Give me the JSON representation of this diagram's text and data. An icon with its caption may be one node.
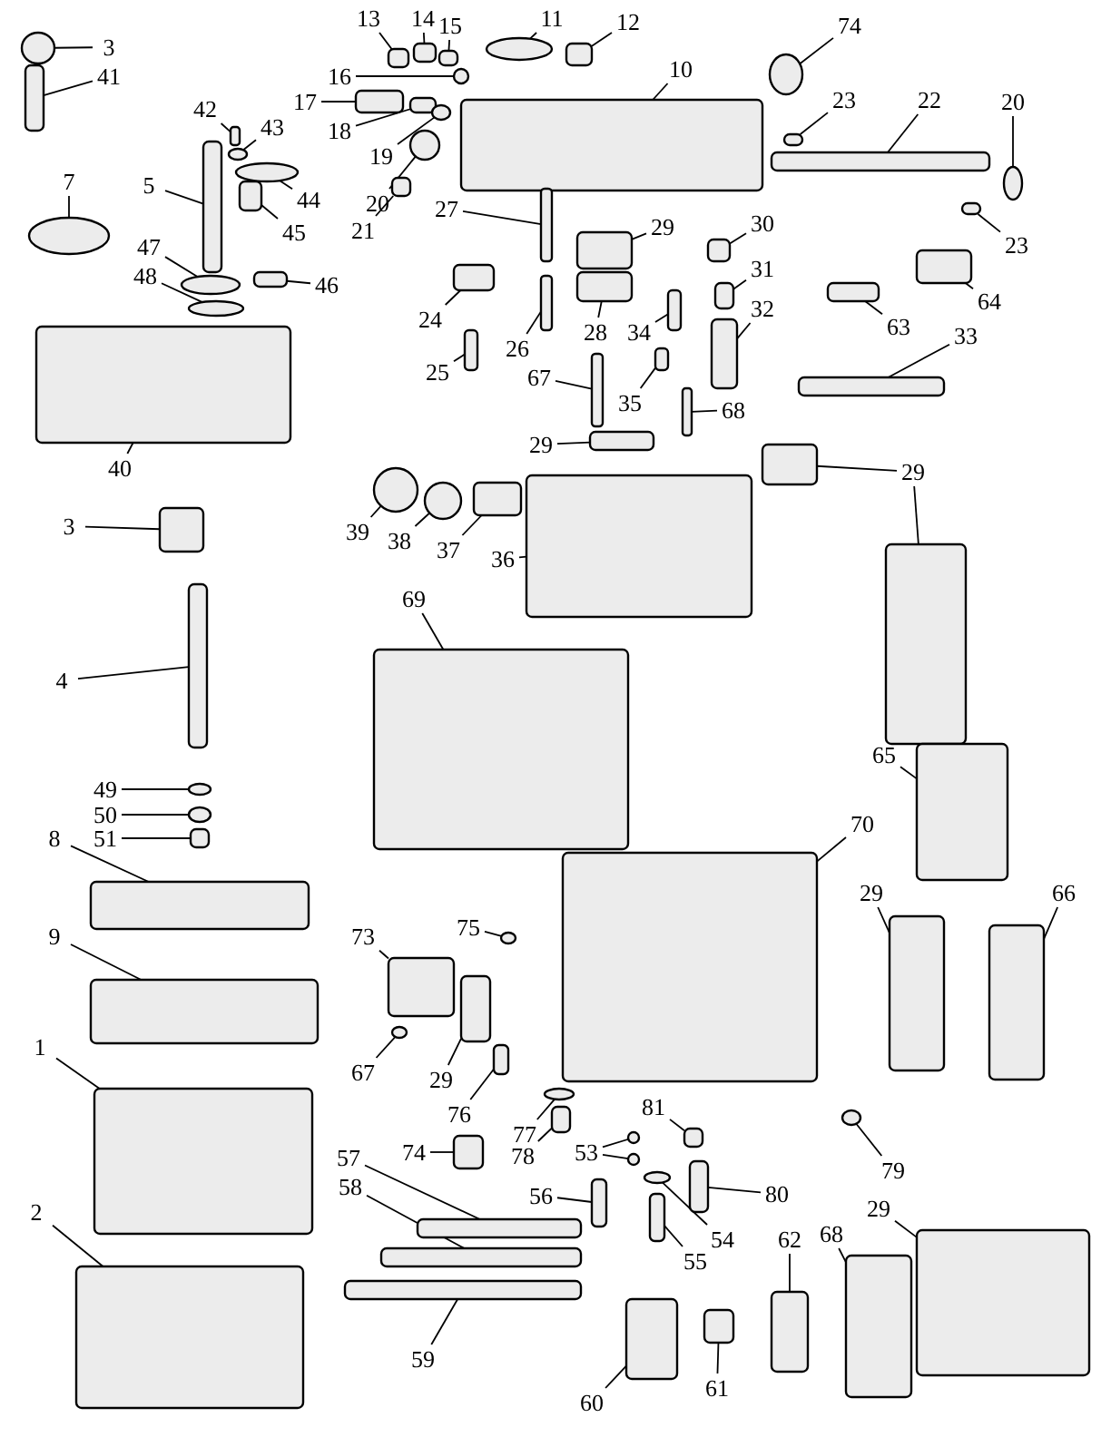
{
  "diagram": {
    "nodes": [
      {
        "text": [
          "3"
        ]
      },
      {
        "text": [
          "41"
        ]
      },
      {
        "text": [
          "13"
        ]
      },
      {
        "text": [
          "14"
        ]
      },
      {
        "text": [
          "15"
        ]
      },
      {
        "text": [
          "11"
        ]
      },
      {
        "text": [
          "12"
        ]
      },
      {
        "text": [
          "74"
        ]
      },
      {
        "text": [
          "16"
        ]
      },
      {
        "text": [
          "17"
        ]
      },
      {
        "text": [
          "42"
        ]
      },
      {
        "text": [
          "43"
        ]
      },
      {
        "text": [
          "18"
        ]
      },
      {
        "text": [
          "19"
        ]
      },
      {
        "text": [
          "10"
        ]
      },
      {
        "text": [
          "23"
        ]
      },
      {
        "text": [
          "22"
        ]
      },
      {
        "text": [
          "20"
        ]
      },
      {
        "text": [
          "7"
        ]
      },
      {
        "text": [
          "5"
        ]
      },
      {
        "text": [
          "44"
        ]
      },
      {
        "text": [
          "20"
        ]
      },
      {
        "text": [
          "27"
        ]
      },
      {
        "text": [
          "29"
        ]
      },
      {
        "text": [
          "45"
        ]
      },
      {
        "text": [
          "21"
        ]
      },
      {
        "text": [
          "30"
        ]
      },
      {
        "text": [
          "23"
        ]
      },
      {
        "text": [
          "47"
        ]
      },
      {
        "text": [
          "31"
        ]
      },
      {
        "text": [
          "48"
        ]
      },
      {
        "text": [
          "46"
        ]
      },
      {
        "text": [
          "64"
        ]
      },
      {
        "text": [
          "32"
        ]
      },
      {
        "text": [
          "24"
        ]
      },
      {
        "text": [
          "63"
        ]
      },
      {
        "text": [
          "28"
        ]
      },
      {
        "text": [
          "34"
        ]
      },
      {
        "text": [
          "33"
        ]
      },
      {
        "text": [
          "26"
        ]
      },
      {
        "text": [
          "25"
        ]
      },
      {
        "text": [
          "67"
        ]
      },
      {
        "text": [
          "35"
        ]
      },
      {
        "text": [
          "68"
        ]
      },
      {
        "text": [
          "29"
        ]
      },
      {
        "text": [
          "40"
        ]
      },
      {
        "text": [
          "29"
        ]
      },
      {
        "text": [
          "3"
        ]
      },
      {
        "text": [
          "39"
        ]
      },
      {
        "text": [
          "38"
        ]
      },
      {
        "text": [
          "37"
        ]
      },
      {
        "text": [
          "36"
        ]
      },
      {
        "text": [
          "69"
        ]
      },
      {
        "text": [
          "4"
        ]
      },
      {
        "text": [
          "65"
        ]
      },
      {
        "text": [
          "49"
        ]
      },
      {
        "text": [
          "50"
        ]
      },
      {
        "text": [
          "70"
        ]
      },
      {
        "text": [
          "8"
        ]
      },
      {
        "text": [
          "51"
        ]
      },
      {
        "text": [
          "29"
        ]
      },
      {
        "text": [
          "66"
        ]
      },
      {
        "text": [
          "75"
        ]
      },
      {
        "text": [
          "9"
        ]
      },
      {
        "text": [
          "73"
        ]
      },
      {
        "text": [
          "1"
        ]
      },
      {
        "text": [
          "67"
        ]
      },
      {
        "text": [
          "29"
        ]
      },
      {
        "text": [
          "81"
        ]
      },
      {
        "text": [
          "76"
        ]
      },
      {
        "text": [
          "77"
        ]
      },
      {
        "text": [
          "74"
        ]
      },
      {
        "text": [
          "53"
        ]
      },
      {
        "text": [
          "78"
        ]
      },
      {
        "text": [
          "57"
        ]
      },
      {
        "text": [
          "79"
        ]
      },
      {
        "text": [
          "58"
        ]
      },
      {
        "text": [
          "80"
        ]
      },
      {
        "text": [
          "56"
        ]
      },
      {
        "text": [
          "29"
        ]
      },
      {
        "text": [
          "2"
        ]
      },
      {
        "text": [
          "68"
        ]
      },
      {
        "text": [
          "54"
        ]
      },
      {
        "text": [
          "62"
        ]
      },
      {
        "text": [
          "55"
        ]
      },
      {
        "text": [
          "59"
        ]
      },
      {
        "text": [
          "61"
        ]
      },
      {
        "text": [
          "60"
        ]
      },
      {
        "text": [],
        "shape": "circle"
      },
      {
        "text": [],
        "shape": "box"
      },
      {
        "text": [],
        "shape": "box"
      },
      {
        "text": [],
        "shape": "box"
      },
      {
        "text": [],
        "shape": "box"
      },
      {
        "text": [],
        "shape": "circle"
      },
      {
        "text": [],
        "shape": "box"
      },
      {
        "text": [],
        "shape": "circle"
      },
      {
        "text": [],
        "shape": "circle"
      },
      {
        "text": [],
        "shape": "box"
      },
      {
        "text": [],
        "shape": "box"
      },
      {
        "text": [],
        "shape": "circle"
      },
      {
        "text": [],
        "shape": "box"
      },
      {
        "text": [],
        "shape": "circle"
      },
      {
        "text": [],
        "shape": "box"
      },
      {
        "text": [],
        "shape": "box"
      },
      {
        "text": [],
        "shape": "box"
      },
      {
        "text": [],
        "shape": "circle"
      },
      {
        "text": [],
        "shape": "circle"
      },
      {
        "text": [],
        "shape": "box"
      },
      {
        "text": [],
        "shape": "circle"
      },
      {
        "text": [],
        "shape": "circle"
      },
      {
        "text": [],
        "shape": "box"
      },
      {
        "text": [],
        "shape": "box"
      },
      {
        "text": [],
        "shape": "box"
      },
      {
        "text": [],
        "shape": "box"
      },
      {
        "text": [],
        "shape": "box"
      },
      {
        "text": [],
        "shape": "box"
      },
      {
        "text": [],
        "shape": "circle"
      },
      {
        "text": [],
        "shape": "box"
      },
      {
        "text": [],
        "shape": "circle"
      },
      {
        "text": [],
        "shape": "box"
      },
      {
        "text": [],
        "shape": "box"
      },
      {
        "text": [],
        "shape": "box"
      },
      {
        "text": [],
        "shape": "box"
      },
      {
        "text": [],
        "shape": "box"
      },
      {
        "text": [],
        "shape": "box"
      },
      {
        "text": [],
        "shape": "box"
      },
      {
        "text": [],
        "shape": "box"
      },
      {
        "text": [],
        "shape": "box"
      },
      {
        "text": [],
        "shape": "box"
      },
      {
        "text": [],
        "shape": "box"
      },
      {
        "text": [],
        "shape": "box"
      },
      {
        "text": [],
        "shape": "box"
      },
      {
        "text": [],
        "shape": "box"
      },
      {
        "text": [],
        "shape": "box"
      },
      {
        "text": [],
        "shape": "box"
      },
      {
        "text": [],
        "shape": "box"
      },
      {
        "text": [],
        "shape": "box"
      },
      {
        "text": [],
        "shape": "circle"
      },
      {
        "text": [],
        "shape": "circle"
      },
      {
        "text": [],
        "shape": "box"
      },
      {
        "text": [],
        "shape": "box"
      },
      {
        "text": [],
        "shape": "box"
      },
      {
        "text": [],
        "shape": "box"
      },
      {
        "text": [],
        "shape": "box"
      },
      {
        "text": [],
        "shape": "circle"
      },
      {
        "text": [],
        "shape": "circle"
      },
      {
        "text": [],
        "shape": "box"
      },
      {
        "text": [],
        "shape": "box"
      },
      {
        "text": [],
        "shape": "box"
      },
      {
        "text": [],
        "shape": "box"
      },
      {
        "text": [],
        "shape": "box"
      },
      {
        "text": [],
        "shape": "circle"
      },
      {
        "text": [],
        "shape": "box"
      },
      {
        "text": [],
        "shape": "box"
      },
      {
        "text": [],
        "shape": "box"
      },
      {
        "text": [],
        "shape": "circle"
      },
      {
        "text": [],
        "shape": "box"
      },
      {
        "text": [],
        "shape": "box"
      },
      {
        "text": [],
        "shape": "box"
      },
      {
        "text": [],
        "shape": "circle"
      },
      {
        "text": [],
        "shape": "box"
      },
      {
        "text": [],
        "shape": "circle"
      },
      {
        "text": [],
        "shape": "circle"
      },
      {
        "text": [],
        "shape": "box"
      },
      {
        "text": [],
        "shape": "box"
      },
      {
        "text": [],
        "shape": "circle"
      },
      {
        "text": [],
        "shape": "box"
      },
      {
        "text": [],
        "shape": "box"
      },
      {
        "text": [],
        "shape": "box"
      },
      {
        "text": [],
        "shape": "box"
      },
      {
        "text": [],
        "shape": "box"
      },
      {
        "text": [],
        "shape": "box"
      },
      {
        "text": [],
        "shape": "circle"
      },
      {
        "text": [],
        "shape": "box"
      },
      {
        "text": [],
        "shape": "box"
      },
      {
        "text": [],
        "shape": "box"
      },
      {
        "text": [],
        "shape": "box"
      },
      {
        "text": [],
        "shape": "box"
      }
    ],
    "edges": [
      {
        "from": 0,
        "to": 88,
        "arrow": "none"
      },
      {
        "from": 1,
        "to": 89,
        "arrow": "none"
      },
      {
        "from": 2,
        "to": 90,
        "arrow": "none"
      },
      {
        "from": 3,
        "to": 91,
        "arrow": "none"
      },
      {
        "from": 4,
        "to": 92,
        "arrow": "none"
      },
      {
        "from": 5,
        "to": 93,
        "arrow": "none"
      },
      {
        "from": 6,
        "to": 94,
        "arrow": "none"
      },
      {
        "from": 7,
        "to": 95,
        "arrow": "none"
      },
      {
        "from": 8,
        "to": 96,
        "arrow": "none"
      },
      {
        "from": 9,
        "to": 97,
        "arrow": "none"
      },
      {
        "from": 10,
        "to": 98,
        "arrow": "none"
      },
      {
        "from": 11,
        "to": 99,
        "arrow": "none"
      },
      {
        "from": 12,
        "to": 100,
        "arrow": "none"
      },
      {
        "from": 13,
        "to": 101,
        "arrow": "none"
      },
      {
        "from": 14,
        "to": 102,
        "arrow": "none"
      },
      {
        "from": 15,
        "to": 103,
        "arrow": "none"
      },
      {
        "from": 16,
        "to": 104,
        "arrow": "none"
      },
      {
        "from": 17,
        "to": 105,
        "arrow": "none"
      },
      {
        "from": 18,
        "to": 106,
        "arrow": "none"
      },
      {
        "from": 19,
        "to": 107,
        "arrow": "none"
      },
      {
        "from": 20,
        "to": 108,
        "arrow": "none"
      },
      {
        "from": 21,
        "to": 109,
        "arrow": "none"
      },
      {
        "from": 22,
        "to": 110,
        "arrow": "none"
      },
      {
        "from": 23,
        "to": 111,
        "arrow": "none"
      },
      {
        "from": 24,
        "to": 112,
        "arrow": "none"
      },
      {
        "from": 25,
        "to": 113,
        "arrow": "none"
      },
      {
        "from": 26,
        "to": 114,
        "arrow": "none"
      },
      {
        "from": 27,
        "to": 115,
        "arrow": "none"
      },
      {
        "from": 28,
        "to": 116,
        "arrow": "none"
      },
      {
        "from": 29,
        "to": 117,
        "arrow": "none"
      },
      {
        "from": 30,
        "to": 118,
        "arrow": "none"
      },
      {
        "from": 31,
        "to": 119,
        "arrow": "none"
      },
      {
        "from": 32,
        "to": 120,
        "arrow": "none"
      },
      {
        "from": 33,
        "to": 121,
        "arrow": "none"
      },
      {
        "from": 34,
        "to": 122,
        "arrow": "none"
      },
      {
        "from": 35,
        "to": 123,
        "arrow": "none"
      },
      {
        "from": 36,
        "to": 124,
        "arrow": "none"
      },
      {
        "from": 37,
        "to": 125,
        "arrow": "none"
      },
      {
        "from": 38,
        "to": 126,
        "arrow": "none"
      },
      {
        "from": 39,
        "to": 127,
        "arrow": "none"
      },
      {
        "from": 40,
        "to": 128,
        "arrow": "none"
      },
      {
        "from": 41,
        "to": 129,
        "arrow": "none"
      },
      {
        "from": 42,
        "to": 130,
        "arrow": "none"
      },
      {
        "from": 43,
        "to": 131,
        "arrow": "none"
      },
      {
        "from": 44,
        "to": 132,
        "arrow": "none"
      },
      {
        "from": 45,
        "to": 133,
        "arrow": "none"
      },
      {
        "from": 46,
        "to": 134,
        "arrow": "none"
      },
      {
        "from": 46,
        "to": 135,
        "arrow": "none"
      },
      {
        "from": 47,
        "to": 136,
        "arrow": "none"
      },
      {
        "from": 48,
        "to": 137,
        "arrow": "none"
      },
      {
        "from": 49,
        "to": 138,
        "arrow": "none"
      },
      {
        "from": 50,
        "to": 139,
        "arrow": "none"
      },
      {
        "from": 51,
        "to": 140,
        "arrow": "none"
      },
      {
        "from": 52,
        "to": 141,
        "arrow": "none"
      },
      {
        "from": 53,
        "to": 142,
        "arrow": "none"
      },
      {
        "from": 54,
        "to": 143,
        "arrow": "none"
      },
      {
        "from": 55,
        "to": 144,
        "arrow": "none"
      },
      {
        "from": 56,
        "to": 145,
        "arrow": "none"
      },
      {
        "from": 57,
        "to": 146,
        "arrow": "none"
      },
      {
        "from": 58,
        "to": 147,
        "arrow": "none"
      },
      {
        "from": 59,
        "to": 148,
        "arrow": "none"
      },
      {
        "from": 60,
        "to": 149,
        "arrow": "none"
      },
      {
        "from": 61,
        "to": 150,
        "arrow": "none"
      },
      {
        "from": 62,
        "to": 151,
        "arrow": "none"
      },
      {
        "from": 63,
        "to": 152,
        "arrow": "none"
      },
      {
        "from": 64,
        "to": 153,
        "arrow": "none"
      },
      {
        "from": 65,
        "to": 154,
        "arrow": "none"
      },
      {
        "from": 66,
        "to": 155,
        "arrow": "none"
      },
      {
        "from": 67,
        "to": 156,
        "arrow": "none"
      },
      {
        "from": 68,
        "to": 157,
        "arrow": "none"
      },
      {
        "from": 69,
        "to": 158,
        "arrow": "none"
      },
      {
        "from": 70,
        "to": 159,
        "arrow": "none"
      },
      {
        "from": 71,
        "to": 160,
        "arrow": "none"
      },
      {
        "from": 72,
        "to": 161,
        "arrow": "none"
      },
      {
        "from": 72,
        "to": 162,
        "arrow": "none"
      },
      {
        "from": 73,
        "to": 163,
        "arrow": "none"
      },
      {
        "from": 74,
        "to": 164,
        "arrow": "none"
      },
      {
        "from": 75,
        "to": 165,
        "arrow": "none"
      },
      {
        "from": 76,
        "to": 166,
        "arrow": "none"
      },
      {
        "from": 77,
        "to": 167,
        "arrow": "none"
      },
      {
        "from": 78,
        "to": 168,
        "arrow": "none"
      },
      {
        "from": 79,
        "to": 169,
        "arrow": "none"
      },
      {
        "from": 80,
        "to": 170,
        "arrow": "none"
      },
      {
        "from": 81,
        "to": 171,
        "arrow": "none"
      },
      {
        "from": 82,
        "to": 172,
        "arrow": "none"
      },
      {
        "from": 83,
        "to": 173,
        "arrow": "none"
      },
      {
        "from": 84,
        "to": 174,
        "arrow": "none"
      },
      {
        "from": 85,
        "to": 175,
        "arrow": "none"
      },
      {
        "from": 86,
        "to": 176,
        "arrow": "none"
      },
      {
        "from": 87,
        "to": 177,
        "arrow": "none"
      }
    ]
  }
}
